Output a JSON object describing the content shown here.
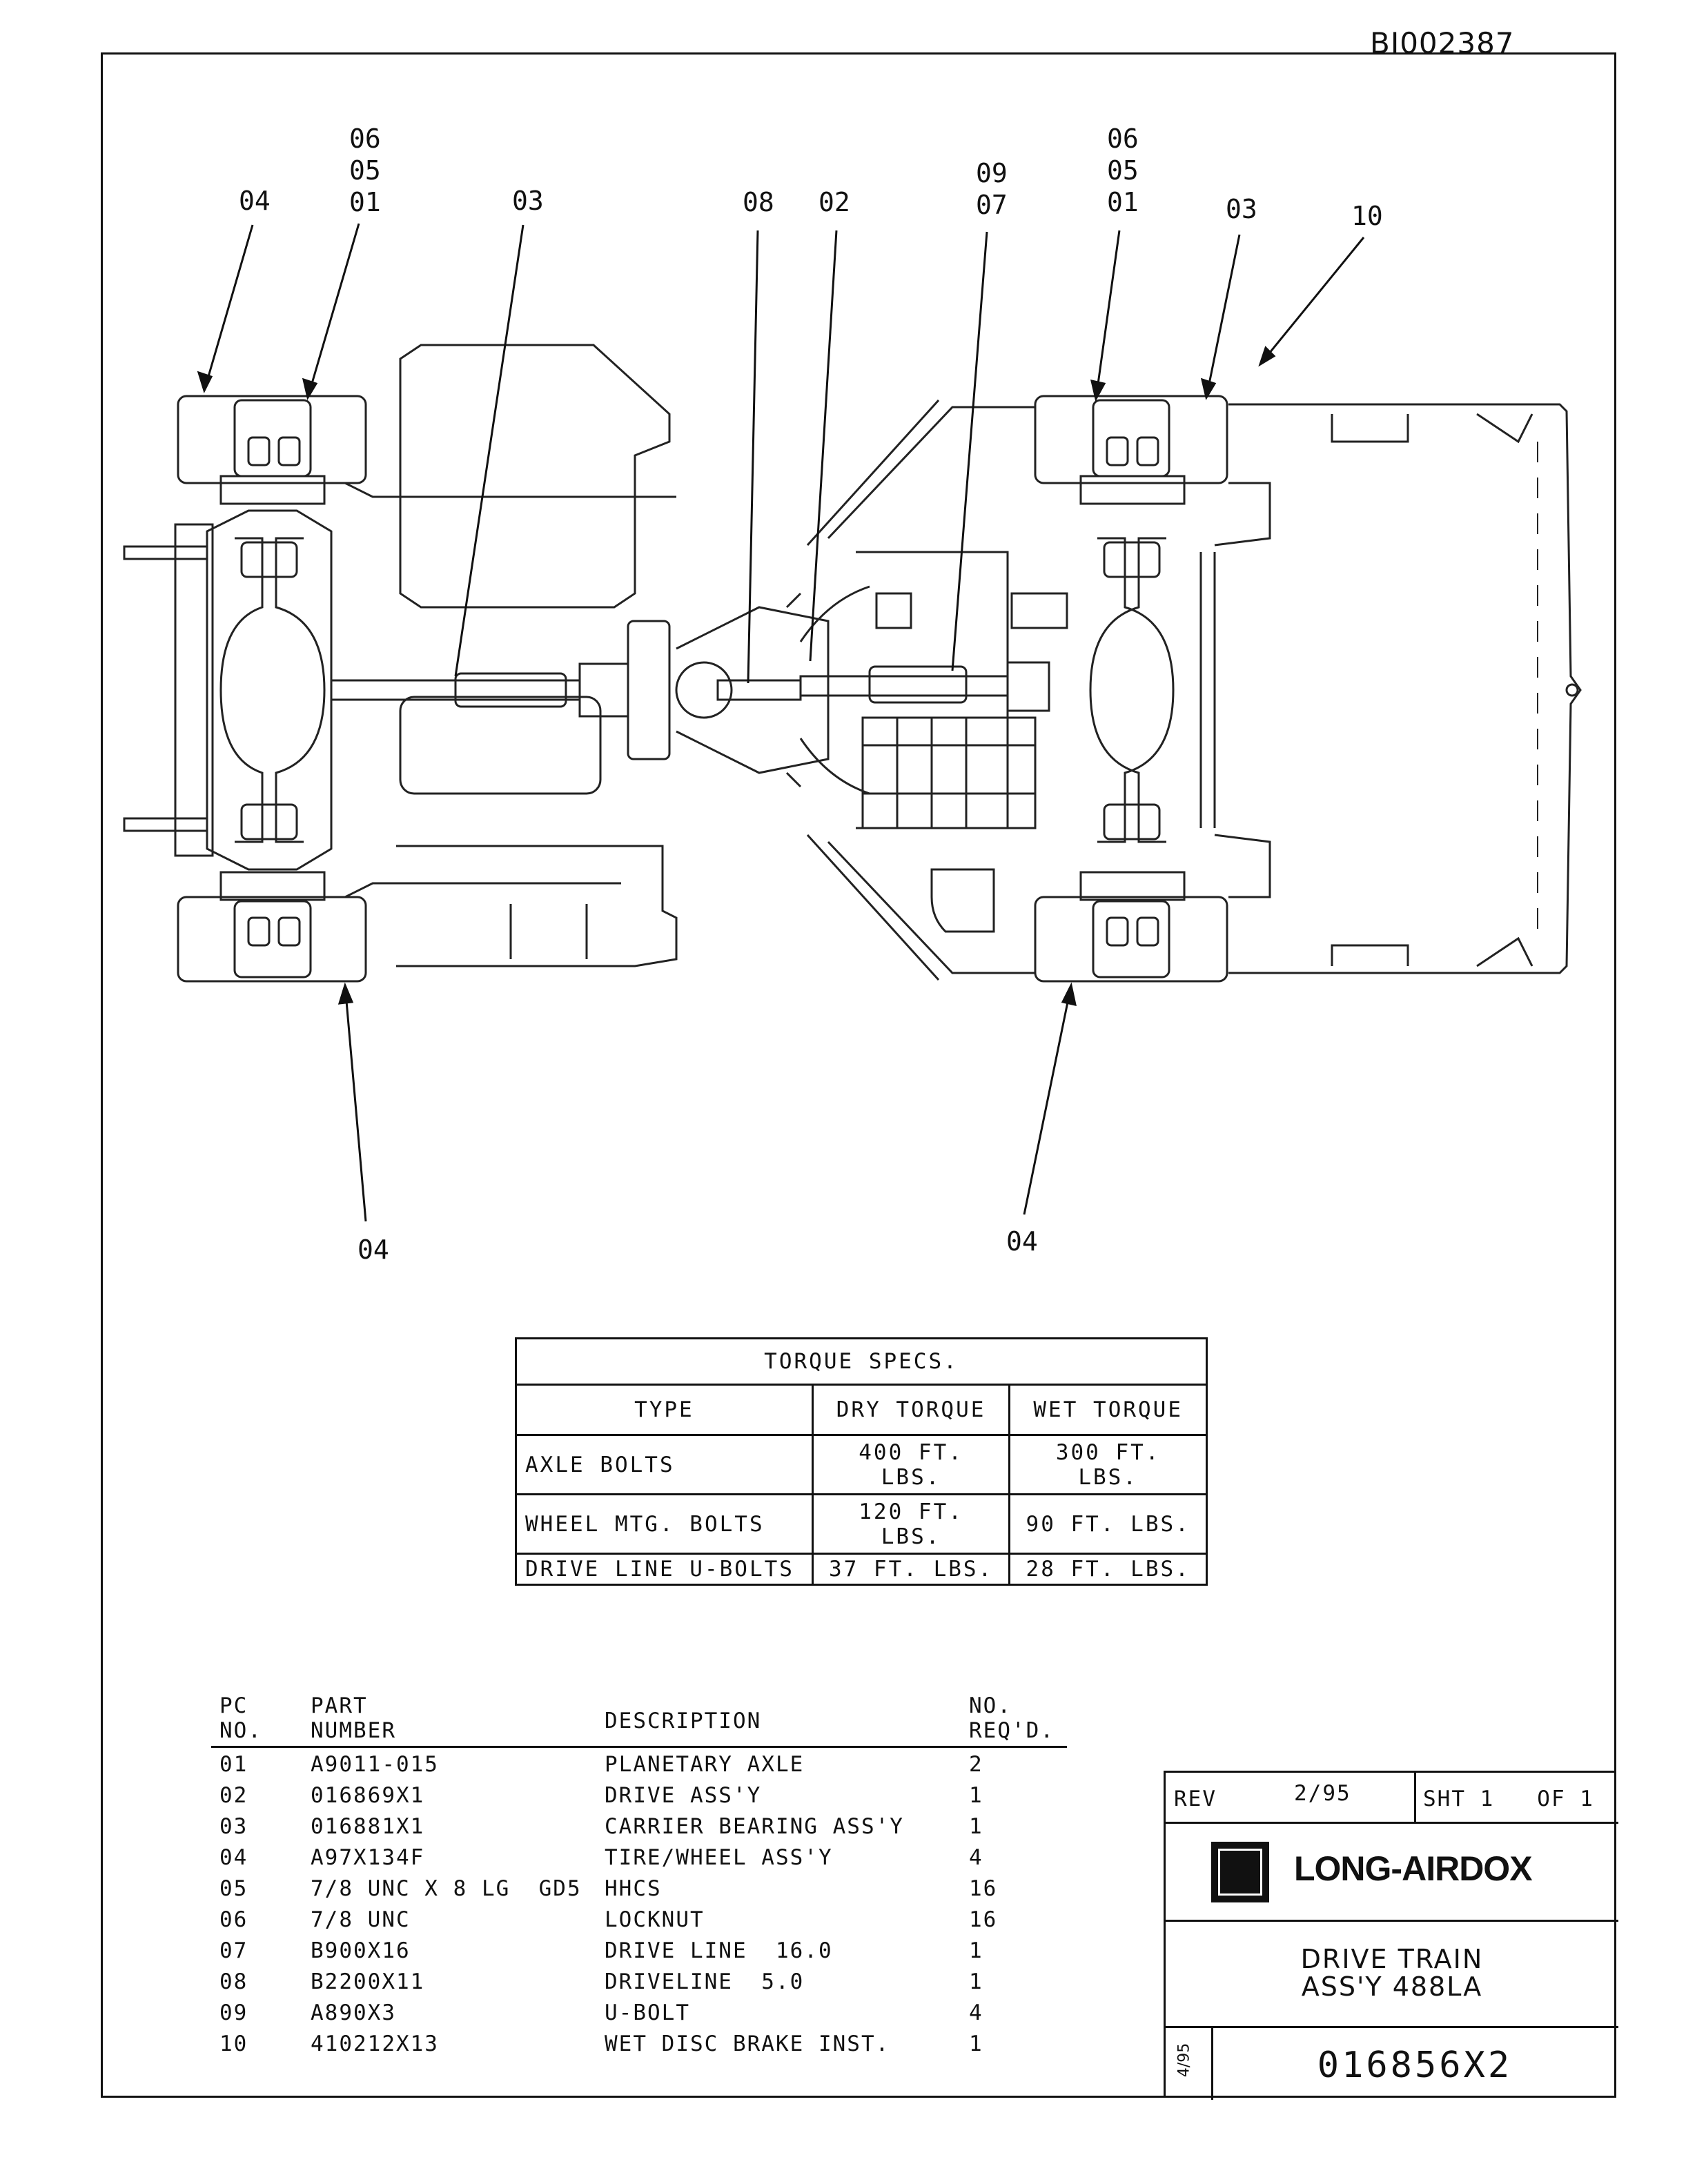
{
  "document_id": "BI002387",
  "callouts": {
    "top_left_04": "04",
    "top_left_060501": [
      "06",
      "05",
      "01"
    ],
    "top_left_03": "03",
    "top_08": "08",
    "top_02": "02",
    "top_0907": [
      "09",
      "07"
    ],
    "top_right_060501": [
      "06",
      "05",
      "01"
    ],
    "top_right_03": "03",
    "top_right_10": "10",
    "bottom_left_04": "04",
    "bottom_right_04": "04"
  },
  "torque_specs": {
    "title": "TORQUE SPECS.",
    "headers": [
      "TYPE",
      "DRY TORQUE",
      "WET TORQUE"
    ],
    "rows": [
      {
        "type": "AXLE BOLTS",
        "dry": "400 FT. LBS.",
        "wet": "300 FT. LBS."
      },
      {
        "type": "WHEEL MTG. BOLTS",
        "dry": "120 FT. LBS.",
        "wet": "90 FT. LBS."
      },
      {
        "type": "DRIVE LINE U-BOLTS",
        "dry": "37 FT. LBS.",
        "wet": "28 FT. LBS."
      }
    ]
  },
  "parts_list": {
    "headers": {
      "pc_no_l1": "PC",
      "pc_no_l2": "NO.",
      "part_l1": "PART",
      "part_l2": "NUMBER",
      "description": "DESCRIPTION",
      "qty_l1": "NO.",
      "qty_l2": "REQ'D."
    },
    "rows": [
      {
        "pc": "01",
        "part": "A9011-015",
        "desc": "PLANETARY AXLE",
        "qty": "2"
      },
      {
        "pc": "02",
        "part": "016869X1",
        "desc": "DRIVE ASS'Y",
        "qty": "1"
      },
      {
        "pc": "03",
        "part": "016881X1",
        "desc": "CARRIER BEARING ASS'Y",
        "qty": "1"
      },
      {
        "pc": "04",
        "part": "A97X134F",
        "desc": "TIRE/WHEEL ASS'Y",
        "qty": "4"
      },
      {
        "pc": "05",
        "part": "7/8 UNC X 8 LG  GD5",
        "desc": "HHCS",
        "qty": "16"
      },
      {
        "pc": "06",
        "part": "7/8 UNC",
        "desc": "LOCKNUT",
        "qty": "16"
      },
      {
        "pc": "07",
        "part": "B900X16",
        "desc": "DRIVE LINE  16.0",
        "qty": "1"
      },
      {
        "pc": "08",
        "part": "B2200X11",
        "desc": "DRIVELINE  5.0",
        "qty": "1"
      },
      {
        "pc": "09",
        "part": "A890X3",
        "desc": "U-BOLT",
        "qty": "4"
      },
      {
        "pc": "10",
        "part": "410212X13",
        "desc": "WET DISC BRAKE INST.",
        "qty": "1"
      }
    ]
  },
  "title_block": {
    "rev_label": "REV",
    "rev_value": "2/95",
    "sheet_label": "SHT 1   OF 1",
    "company": "LONG-AIRDOX",
    "title_line1": "DRIVE TRAIN",
    "title_line2": "ASS'Y 488LA",
    "date": "4/95",
    "drawing_number": "016856X2"
  }
}
